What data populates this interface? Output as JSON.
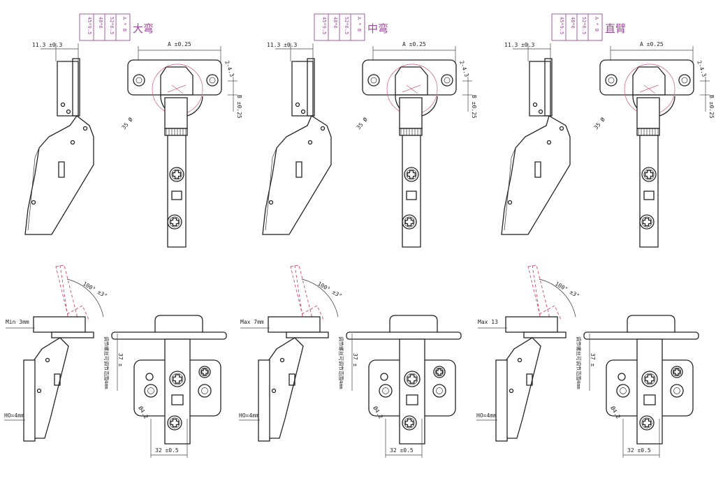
{
  "colors": {
    "line": "#222222",
    "accent": "#9a4a9a",
    "dashed": "#d05a7a",
    "background": "#ffffff"
  },
  "variants": [
    {
      "title": "大弯",
      "spec_header": "A * B",
      "spec_rows": [
        "52*6.5",
        "48*6",
        "45*9.5"
      ],
      "dim_overlay": "11.3 ±0.3",
      "dim_a": "A ±0.25",
      "dim_b": "B ±0.25",
      "dim_hole": "2-4.3",
      "dim_cup": "35 Ø",
      "angle": "100° ±3°",
      "overlay_note": "Min 3mm",
      "ho": "HO=4mm",
      "adjust_range": "37 ±",
      "adjust_note": "调节螺丝可调节范围4mm",
      "hole_dia": "Ø4.2",
      "base_span": "32 ±0.5"
    },
    {
      "title": "中弯",
      "spec_header": "A * B",
      "spec_rows": [
        "52*6.5",
        "48*6",
        "45*9.5"
      ],
      "dim_overlay": "11.3 ±0.3",
      "dim_a": "A ±0.25",
      "dim_b": "B ±0.25",
      "dim_hole": "2-4.3",
      "dim_cup": "35 Ø",
      "angle": "100° ±3°",
      "overlay_note": "Max 7mm",
      "ho": "HO=4mm",
      "adjust_range": "37 ±",
      "adjust_note": "调节螺丝可调节范围4mm",
      "hole_dia": "Ø4.2",
      "base_span": "32 ±0.5"
    },
    {
      "title": "直臂",
      "spec_header": "A * B",
      "spec_rows": [
        "52*6.5",
        "48*6",
        "45*9.5"
      ],
      "dim_overlay": "11.3 ±0.3",
      "dim_a": "A ±0.25",
      "dim_b": "B ±0.25",
      "dim_hole": "2-4.3",
      "dim_cup": "35 Ø",
      "angle": "100° ±3°",
      "overlay_note": "Max 13",
      "ho": "HO=4mm",
      "adjust_range": "37 ±",
      "adjust_note": "调节螺丝可调节范围4mm",
      "hole_dia": "Ø4.2",
      "base_span": "32 ±0.5"
    }
  ]
}
